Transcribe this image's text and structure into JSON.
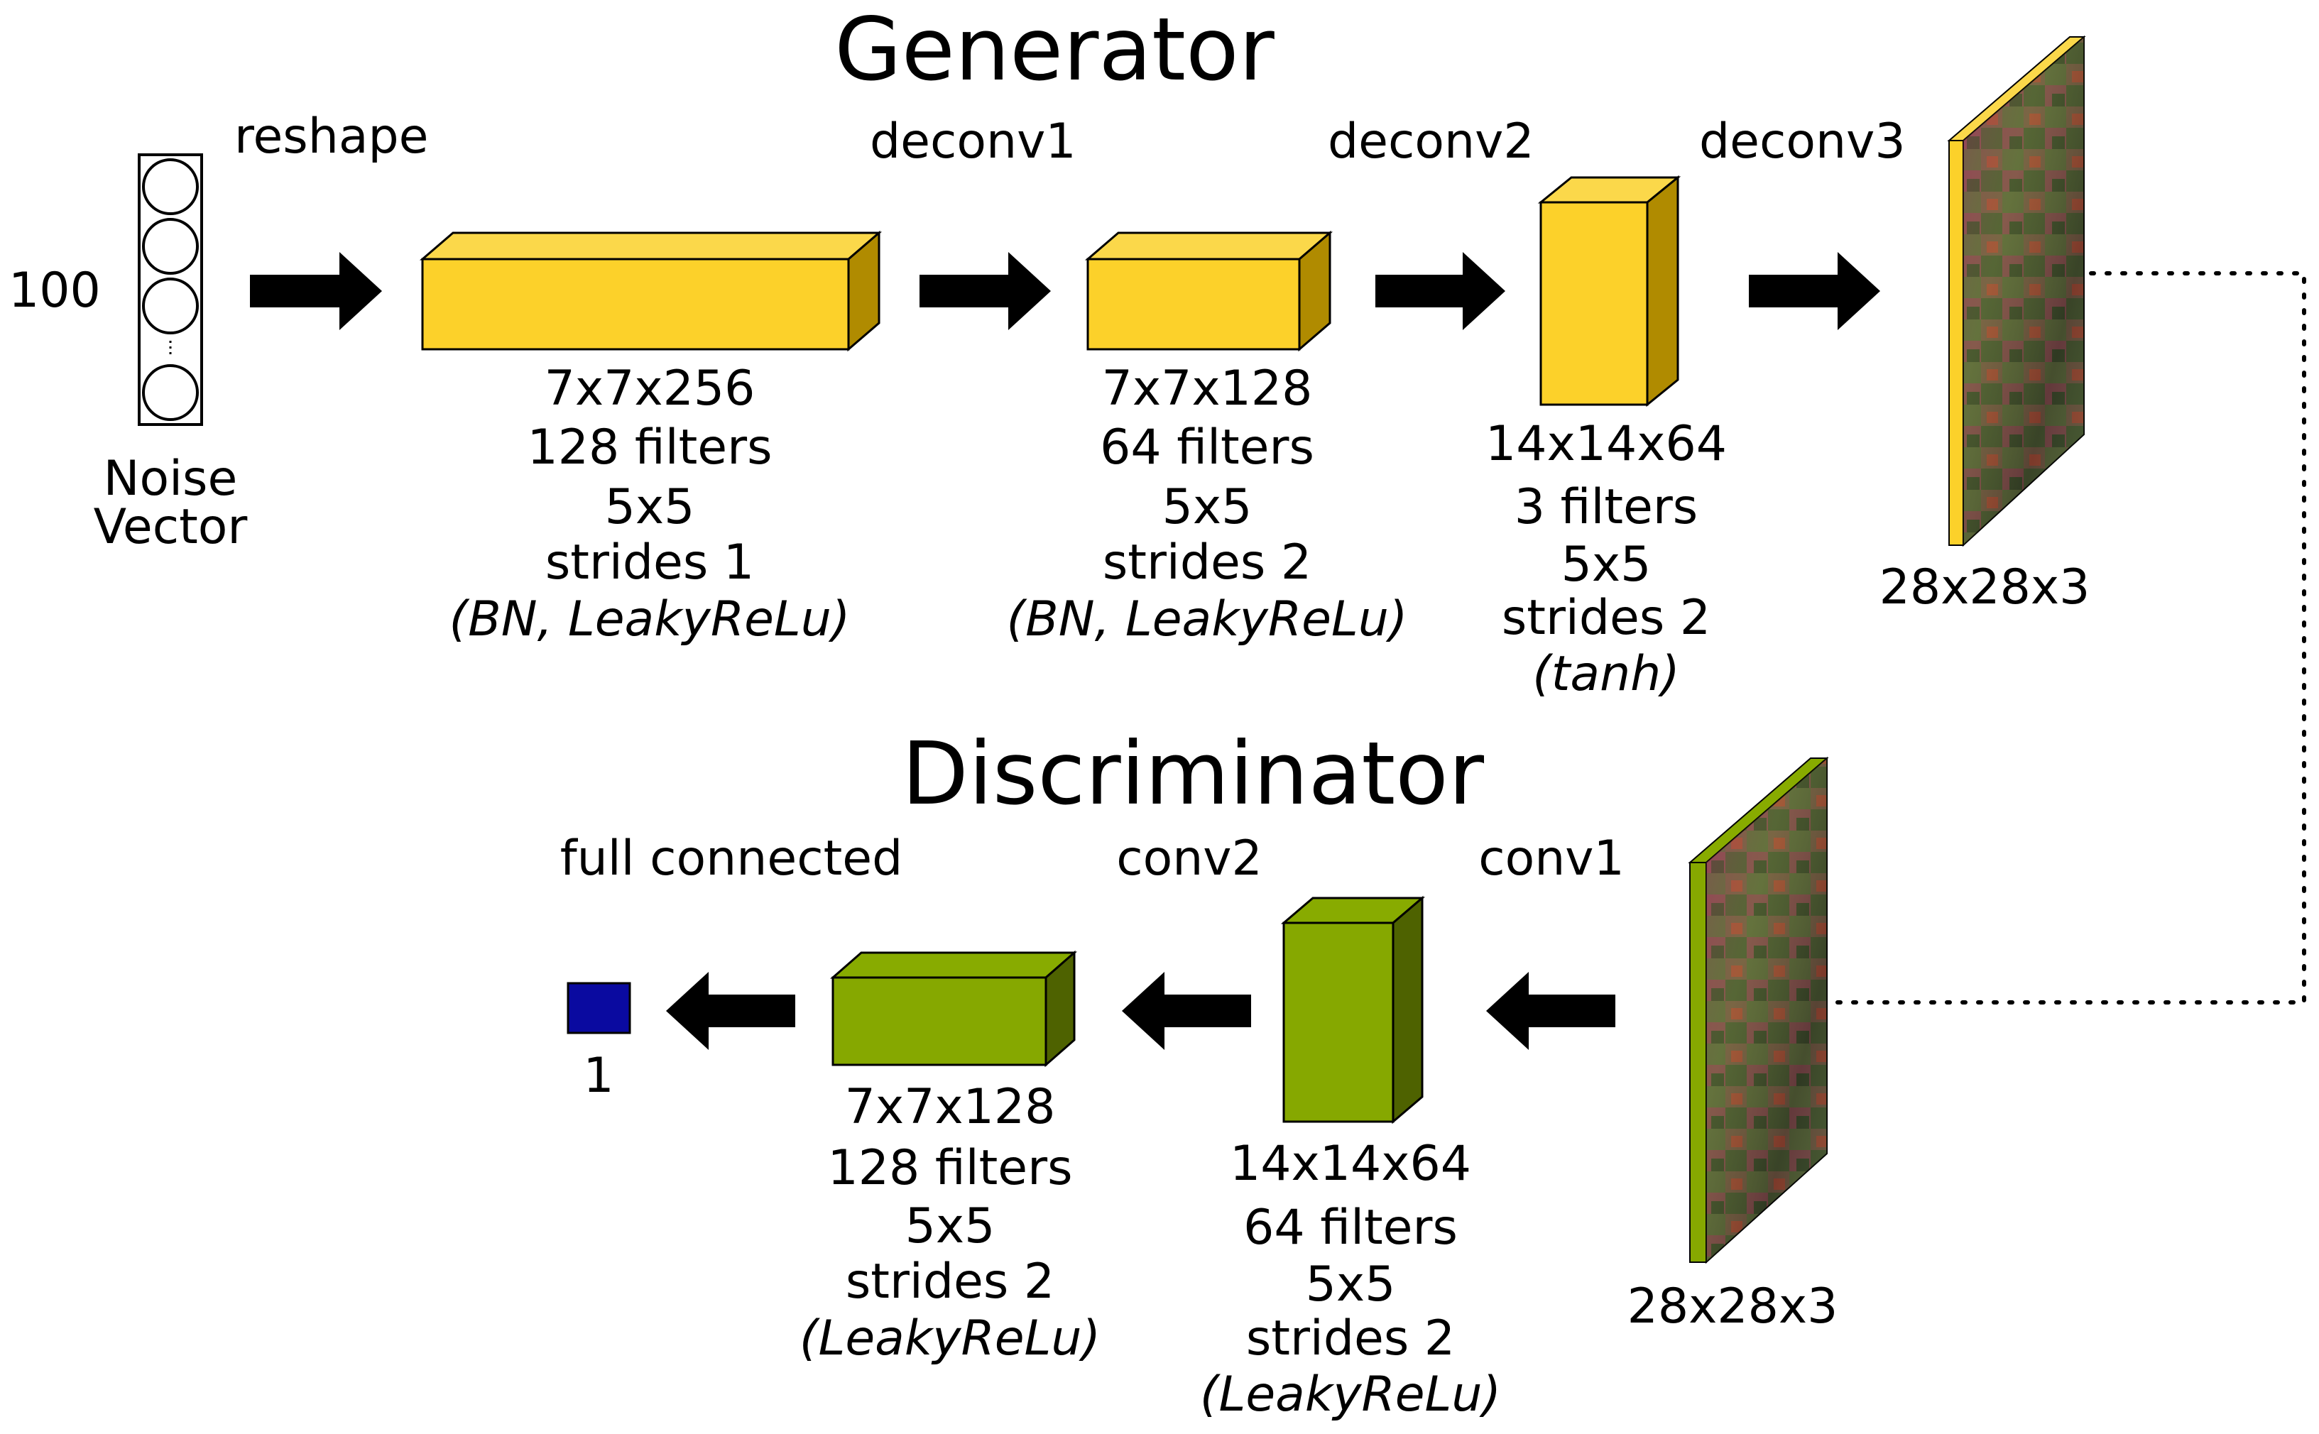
{
  "generator": {
    "title": "Generator",
    "input": {
      "size": "100",
      "name_line1": "Noise",
      "name_line2": "Vector"
    },
    "ops": {
      "reshape": "reshape",
      "deconv1": "deconv1",
      "deconv2": "deconv2",
      "deconv3": "deconv3"
    },
    "layer1": {
      "shape": "7x7x256",
      "filters": "128 filters",
      "kernel": "5x5",
      "strides": "strides 1",
      "activation": "(BN, LeakyReLu)"
    },
    "layer2": {
      "shape": "7x7x128",
      "filters": "64 filters",
      "kernel": "5x5",
      "strides": "strides 2",
      "activation": "(BN, LeakyReLu)"
    },
    "layer3": {
      "shape": "14x14x64",
      "filters": "3 filters",
      "kernel": "5x5",
      "strides": "strides 2",
      "activation": "(tanh)"
    },
    "output": {
      "shape": "28x28x3"
    }
  },
  "discriminator": {
    "title": "Discriminator",
    "ops": {
      "full_connected": "full connected",
      "conv2": "conv2",
      "conv1": "conv1"
    },
    "input": {
      "shape": "28x28x3"
    },
    "layer1": {
      "shape": "14x14x64",
      "filters": "64 filters",
      "kernel": "5x5",
      "strides": "strides 2",
      "activation": "(LeakyReLu)"
    },
    "layer2": {
      "shape": "7x7x128",
      "filters": "128 filters",
      "kernel": "5x5",
      "strides": "strides 2",
      "activation": "(LeakyReLu)"
    },
    "output": {
      "value": "1"
    }
  },
  "colors": {
    "generator_front": "#fcd12a",
    "generator_top": "#fbd84a",
    "generator_side": "#b08b00",
    "discriminator_front": "#86a800",
    "discriminator_top": "#88ab00",
    "discriminator_side": "#4e6200",
    "output_unit": "#0a0aa0",
    "arrow": "#000000"
  }
}
